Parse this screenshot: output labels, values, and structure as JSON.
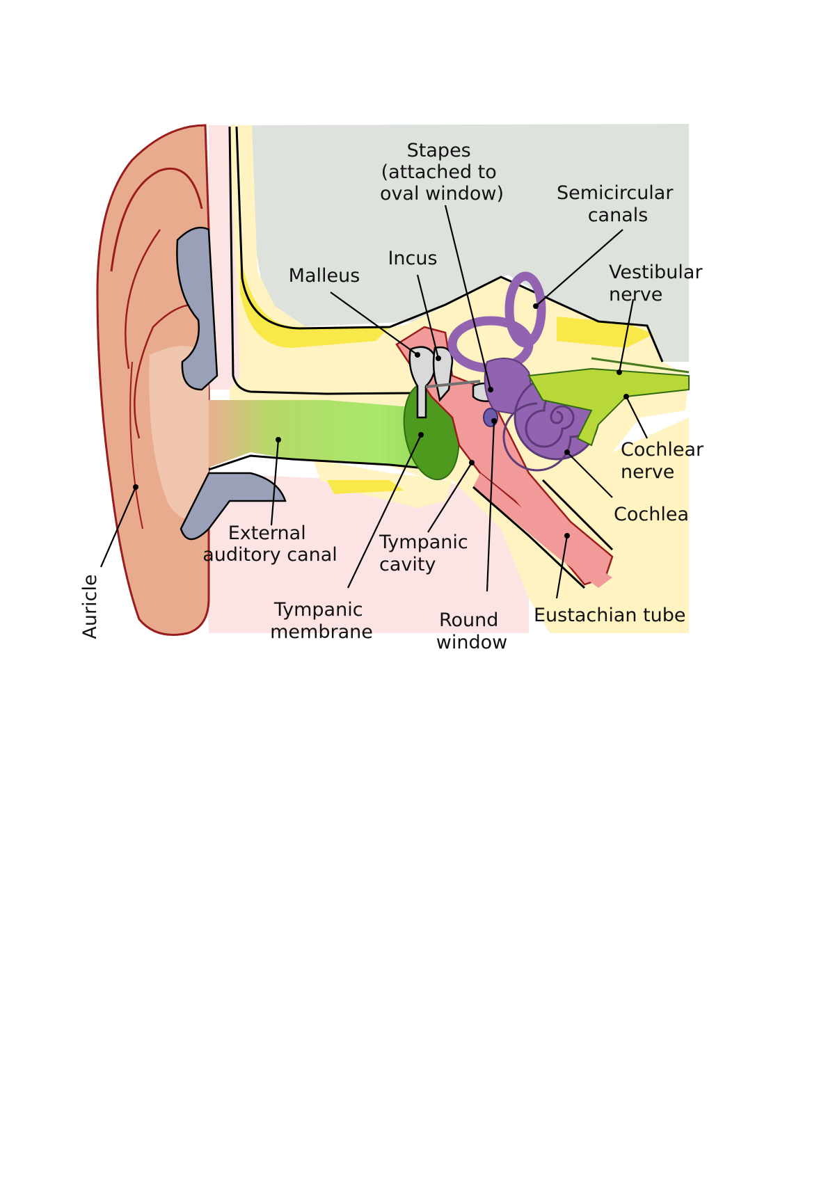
{
  "colors": {
    "skull": "#dde2dc",
    "bone_yellow": "#fff3c2",
    "bone_core": "#f8e84a",
    "soft_tissue": "#fde4e4",
    "skin": "#e8ab8e",
    "skin_light": "#f0c5ad",
    "outline_red": "#9b1c1c",
    "cartilage": "#9aa0b8",
    "canal_green": "#9ee060",
    "membrane_green": "#4e9a1e",
    "cavity_red": "#f29a9a",
    "inner_ear_purple": "#9163b0",
    "nerve_green": "#b8d83a"
  },
  "labels": {
    "stapes": [
      "Stapes",
      "(attached to",
      "oval window)"
    ],
    "semicircular": [
      "Semicircular",
      "canals"
    ],
    "incus": [
      "Incus"
    ],
    "malleus": [
      "Malleus"
    ],
    "vestibular": [
      "Vestibular",
      "nerve"
    ],
    "cochlear_nerve": [
      "Cochlear",
      "nerve"
    ],
    "cochlea": [
      "Cochlea"
    ],
    "external_canal": [
      "External",
      "auditory canal"
    ],
    "tympanic_cavity": [
      "Tympanic",
      "cavity"
    ],
    "tympanic_membrane": [
      "Tympanic",
      "membrane"
    ],
    "round_window": [
      "Round",
      "window"
    ],
    "eustachian": [
      "Eustachian tube"
    ],
    "auricle": [
      "Auricle"
    ]
  }
}
